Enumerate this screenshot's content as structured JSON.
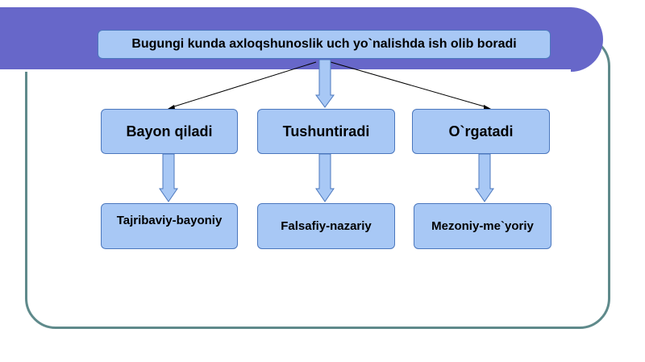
{
  "title": "Bugungi kunda axloqshunoslik uch yo`nalishda ish olib boradi",
  "categories": [
    {
      "label": "Bayon qiladi",
      "sub": "Tajribaviy-bayoniy"
    },
    {
      "label": "Tushuntiradi",
      "sub": "Falsafiy-nazariy"
    },
    {
      "label": "O`rgatadi",
      "sub": "Mezoniy-me`yoriy"
    }
  ],
  "colors": {
    "banner": "#6767c9",
    "box_fill": "#a8c8f5",
    "box_border": "#4b77bd",
    "frame": "#5f8a8b"
  }
}
